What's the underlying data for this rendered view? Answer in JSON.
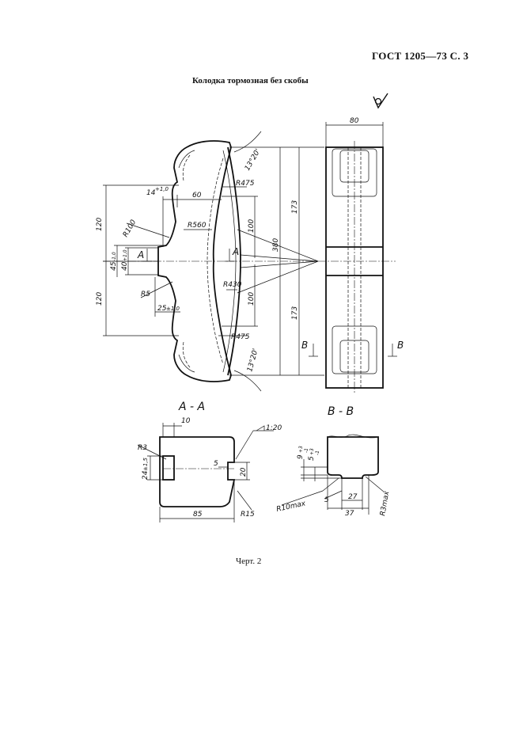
{
  "header": {
    "standard": "ГОСТ 1205—73 С. 3"
  },
  "title": "Колодка тормозная без скобы",
  "caption": "Черт. 2",
  "main_view": {
    "dims": {
      "w60": "60",
      "t14": "14",
      "t14_tol": "+1,0",
      "r475_top": "R475",
      "r560": "R560",
      "r100": "R100",
      "d120_top": "120",
      "d120_bot": "120",
      "d45": "45",
      "d45_tol": "-1,0",
      "d40": "40",
      "d40_tol": "+1,0",
      "r5": "R5",
      "d25": "25",
      "d25_tol": "±1,0",
      "r430": "R430",
      "d100_top": "100",
      "d100_bot": "100",
      "r475_bot": "R475",
      "d380": "380",
      "d173_top": "173",
      "d173_bot": "173",
      "ang_top": "13°20'",
      "ang_bot": "13°20'",
      "sec_a_left": "A",
      "sec_a_right": "A"
    }
  },
  "side_view": {
    "dims": {
      "w80": "80"
    },
    "sec_b_left": "B",
    "sec_b_right": "B"
  },
  "section_aa": {
    "label": "A - A",
    "dims": {
      "d10": "10",
      "slope": "1:20",
      "r3": "R3",
      "d24": "24",
      "d24_tol": "±1,5",
      "d5": "5",
      "d20": "20",
      "d85": "85",
      "r15": "R15"
    }
  },
  "section_bb": {
    "label": "B - B",
    "dims": {
      "d9": "9",
      "d9_tol": "+3",
      "d9_tol2": "-1",
      "d5v": "5",
      "d5v_tol": "+3",
      "d5v_tol2": "-1",
      "r10": "R10max",
      "d5": "5",
      "d27": "27",
      "d37": "37",
      "r3": "R3max"
    }
  }
}
